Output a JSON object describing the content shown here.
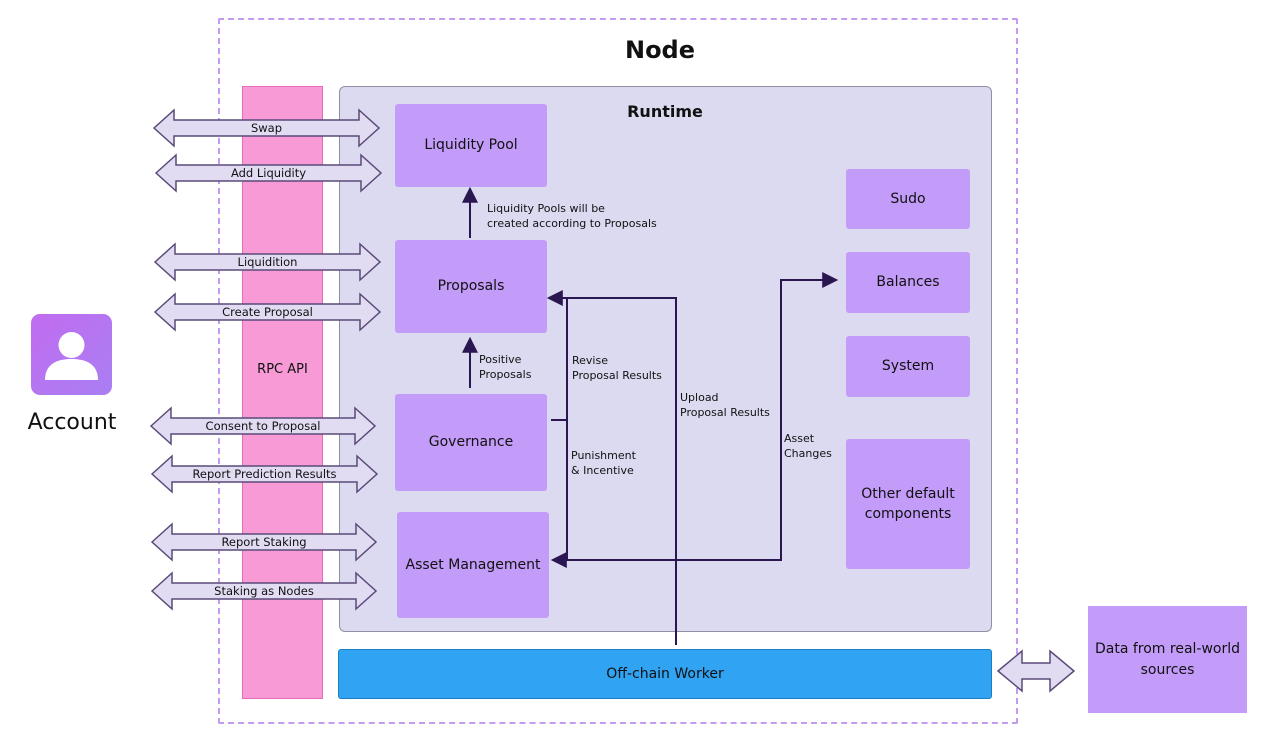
{
  "node": {
    "title": "Node"
  },
  "runtime": {
    "title": "Runtime"
  },
  "rpc_api": {
    "label": "RPC API"
  },
  "account": {
    "label": "Account",
    "icon": "user-icon"
  },
  "rpc_calls": [
    "Swap",
    "Add Liquidity",
    "Liquidition",
    "Create Proposal",
    "Consent to Proposal",
    "Report Prediction Results",
    "Report Staking",
    "Staking as Nodes"
  ],
  "modules": {
    "liquidity_pool": "Liquidity Pool",
    "proposals": "Proposals",
    "governance": "Governance",
    "asset_management": "Asset Management"
  },
  "default_components": {
    "sudo": "Sudo",
    "balances": "Balances",
    "system": "System",
    "other": "Other default components"
  },
  "offchain_worker": "Off-chain Worker",
  "external_source": "Data from real-world sources",
  "notes": {
    "liquidity_pools_created": [
      "Liquidity Pools will be",
      "created according to Proposals"
    ],
    "positive_proposals": [
      "Positive",
      "Proposals"
    ],
    "revise_results": [
      "Revise",
      "Proposal Results"
    ],
    "punishment_incentive": [
      "Punishment",
      "& Incentive"
    ],
    "upload_results": [
      "Upload",
      "Proposal Results"
    ],
    "asset_changes": [
      "Asset",
      "Changes"
    ]
  },
  "colors": {
    "node_border": "#c39cf0",
    "runtime_bg": "#dcdaf0",
    "module": "#c39bf8",
    "rpc": "#f79ad6",
    "offchain_worker": "#30a4f3",
    "arrow_fill": "#e2dcf3",
    "line": "#2a1650"
  }
}
